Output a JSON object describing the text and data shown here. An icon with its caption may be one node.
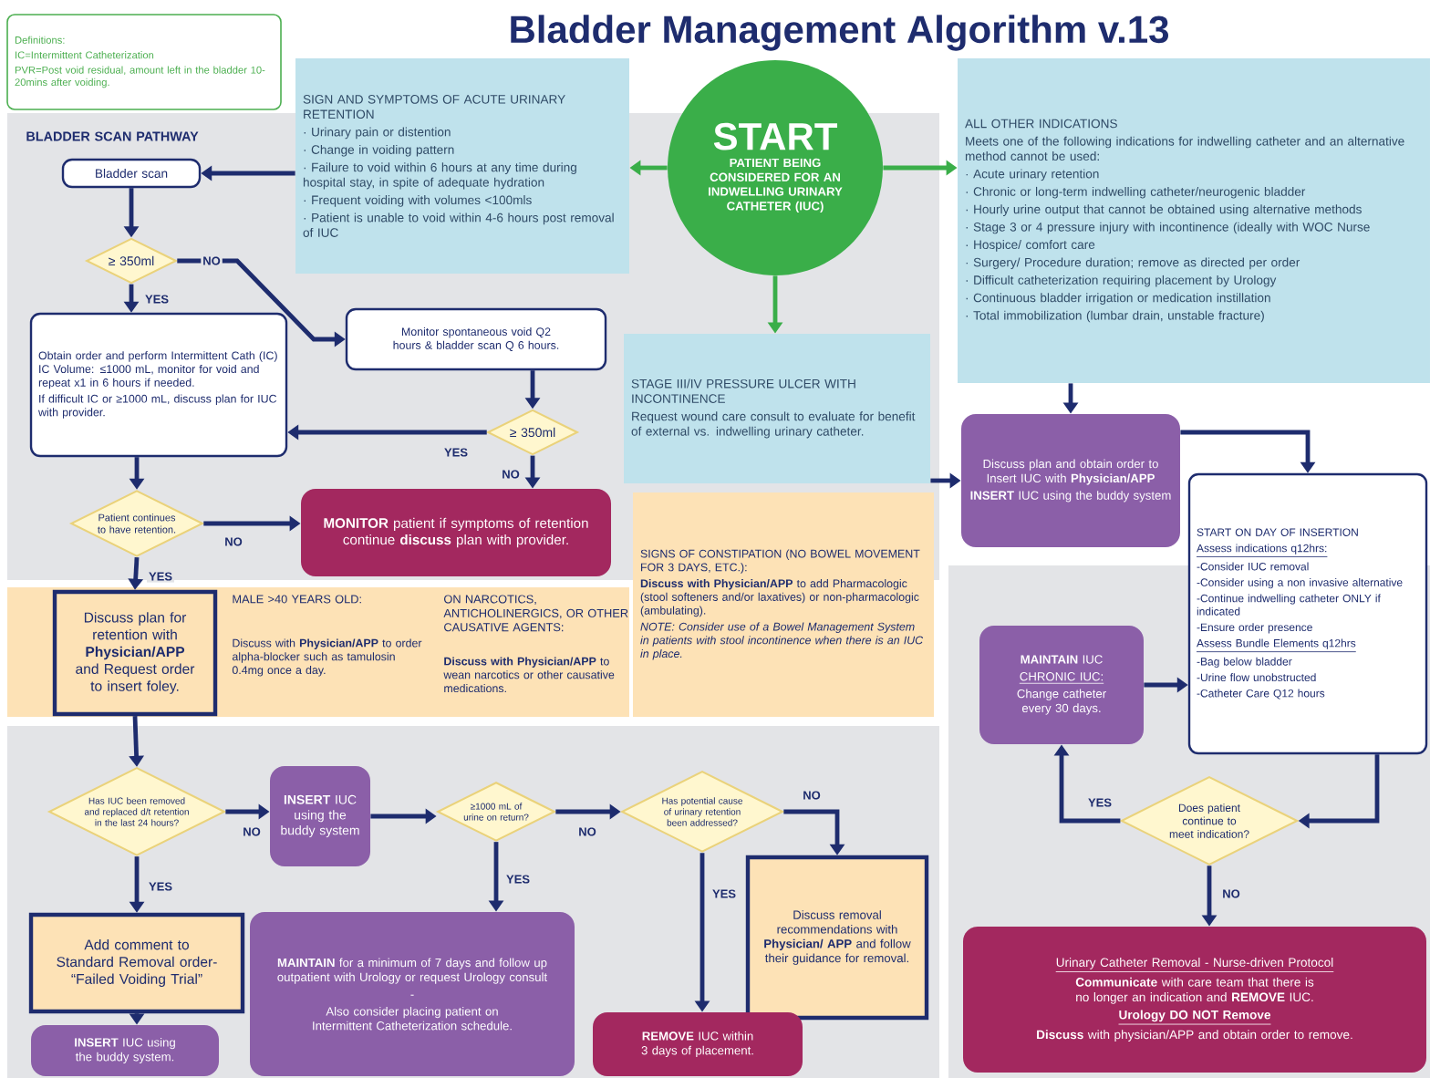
{
  "diagram": {
    "title": "Bladder Management Algorithm v.13",
    "nodes": [
      {
        "text": [
          "Definitions:",
          "IC=Intermittent Catheterization",
          "PVR=Post void residual, amount left in the bladder 10-20mins after voiding."
        ]
      },
      {
        "text": [
          "SIGN AND SYMPTOMS OF ACUTE URINARY RETENTION",
          "· Urinary pain or distention",
          "· Change in voiding pattern",
          "· Failure to void within 6 hours at any time during hospital stay, in spite of adequate hydration",
          "· Frequent voiding with volumes <100mls",
          "· Patient is unable to void within 4-6 hours post removal of IUC"
        ]
      },
      {
        "text": [
          "START",
          "PATIENT BEING CONSIDERED FOR AN INDWELLING URINARY CATHETER (IUC)"
        ]
      },
      {
        "text": [
          "ALL OTHER INDICATIONS",
          "Meets one of the following indications for indwelling catheter and an alternative method cannot be used:",
          "· Acute urinary retention",
          "· Chronic or long-term indwelling catheter/neurogenic bladder",
          "· Hourly urine output that cannot be obtained using alternative methods",
          "· Stage 3 or 4 pressure injury with incontinence (ideally with WOC Nurse",
          "· Hospice/ comfort care",
          "· Surgery/ Procedure duration; remove as directed per order",
          "· Difficult catheterization requiring placement by Urology",
          "· Continuous bladder irrigation or medication instillation",
          "· Total immobilization (lumbar drain, unstable fracture)"
        ]
      },
      {
        "text": [
          "STAGE III/IV PRESSURE ULCER WITH INCONTINENCE",
          "Request wound care consult to evaluate for benefit of external vs. indwelling urinary catheter."
        ]
      },
      {
        "text": [
          "Bladder scan"
        ]
      },
      {
        "text": [
          "≥ 350ml"
        ]
      },
      {
        "text": [
          "Obtain order and perform Intermittent Cath (IC) IC Volume: ≤1000 mL, monitor for void and repeat x1 in 6 hours if needed.",
          "If difficult IC or ≥1000 mL, discuss plan for IUC with provider."
        ]
      },
      {
        "text": [
          "Monitor spontaneous void Q2 hours & bladder scan Q 6 hours."
        ]
      },
      {
        "text": [
          "≥ 350ml"
        ]
      },
      {
        "text": [
          "Patient continues to have retention."
        ]
      },
      {
        "text": [
          "**MONITOR** patient if symptoms of retention continue **discuss** plan with provider."
        ]
      },
      {
        "text": [
          "SIGNS OF CONSTIPATION (NO BOWEL MOVEMENT FOR 3 DAYS, ETC.):",
          "**Discuss with Physician/APP** to add Pharmacologic (stool softeners and/or laxatives) or non-pharmacologic (ambulating).",
          "NOTE: Consider use of a Bowel Management System in patients with stool incontinence when there is an IUC in place."
        ]
      },
      {
        "text": [
          "Discuss plan for retention with **Physician/APP** and Request order to insert foley."
        ]
      },
      {
        "text": [
          "Has IUC been removed and replaced d/t retention in the last 24 hours?"
        ]
      },
      {
        "text": [
          "**INSERT** IUC using the buddy system"
        ]
      },
      {
        "text": [
          "≥1000 mL of urine on return?"
        ]
      },
      {
        "text": [
          "Has potential cause of urinary retention been addressed?"
        ]
      },
      {
        "text": [
          "Add comment to Standard Removal order- “Failed Voiding Trial”"
        ]
      },
      {
        "text": [
          "**INSERT** IUC using the buddy system."
        ]
      },
      {
        "text": [
          "**MAINTAIN** for a minimum of 7 days and follow up outpatient with Urology or request Urology consult",
          "-",
          "Also consider placing patient on Intermittent Catheterization schedule."
        ]
      },
      {
        "text": [
          "Discuss removal recommendations with **Physician/ APP** and follow their guidance for removal."
        ]
      },
      {
        "text": [
          "**REMOVE** IUC within 3 days of placement."
        ]
      },
      {
        "text": [
          "Discuss plan and obtain order to Insert IUC with **Physician/APP**",
          "**INSERT** IUC using the buddy system"
        ]
      },
      {
        "text": [
          "START ON DAY OF INSERTION",
          "Assess indications q12hrs:",
          "-Consider IUC removal",
          "-Consider using a non invasive alternative",
          "-Continue indwelling catheter ONLY if indicated",
          "-Ensure order presence",
          "Assess Bundle Elements q12hrs",
          "-Bag below bladder",
          "-Urine flow unobstructed",
          "-Catheter Care Q12 hours"
        ]
      },
      {
        "text": [
          "**MAINTAIN** IUC",
          "CHRONIC IUC:",
          "Change catheter every 30 days."
        ]
      },
      {
        "text": [
          "Does patient continue to meet indication?"
        ]
      },
      {
        "text": [
          "Urinary Catheter Removal - Nurse-driven Protocol",
          "**Communicate** with care team that there is no longer an indication and **REMOVE** IUC.",
          "Urology DO NOT Remove",
          "**Discuss** with physician/APP and obtain order to remove."
        ]
      }
    ],
    "edges": [
      {
        "from": 2,
        "to": 1,
        "arrow": "to",
        "color": "#3aae49"
      },
      {
        "from": 2,
        "to": 3,
        "arrow": "to",
        "color": "#3aae49"
      },
      {
        "from": 2,
        "to": 4,
        "arrow": "to",
        "color": "#3aae49"
      },
      {
        "from": 1,
        "to": 5,
        "arrow": "to"
      },
      {
        "from": 5,
        "to": 6,
        "arrow": "to"
      },
      {
        "from": 6,
        "to": 7,
        "arrow": "to",
        "label": "YES"
      },
      {
        "from": 6,
        "to": 8,
        "arrow": "to",
        "label": "NO"
      },
      {
        "from": 8,
        "to": 9,
        "arrow": "to"
      },
      {
        "from": 9,
        "to": 7,
        "arrow": "to",
        "label": "YES"
      },
      {
        "from": 9,
        "to": 11,
        "arrow": "to",
        "label": "NO"
      },
      {
        "from": 7,
        "to": 10,
        "arrow": "to"
      },
      {
        "from": 10,
        "to": 11,
        "arrow": "to",
        "label": "NO"
      },
      {
        "from": 10,
        "to": 13,
        "arrow": "to",
        "label": "YES"
      },
      {
        "from": 13,
        "to": 14,
        "arrow": "to"
      },
      {
        "from": 14,
        "to": 15,
        "arrow": "to",
        "label": "NO"
      },
      {
        "from": 14,
        "to": 18,
        "arrow": "to",
        "label": "YES"
      },
      {
        "from": 18,
        "to": 19,
        "arrow": "to"
      },
      {
        "from": 15,
        "to": 16,
        "arrow": "to"
      },
      {
        "from": 16,
        "to": 20,
        "arrow": "to",
        "label": "YES"
      },
      {
        "from": 16,
        "to": 17,
        "arrow": "to",
        "label": "NO"
      },
      {
        "from": 17,
        "to": 22,
        "arrow": "to",
        "label": "YES"
      },
      {
        "from": 17,
        "to": 21,
        "arrow": "to",
        "label": "NO"
      },
      {
        "from": 4,
        "to": 23,
        "arrow": "to"
      },
      {
        "from": 3,
        "to": 23,
        "arrow": "to"
      },
      {
        "from": 23,
        "to": 24,
        "arrow": "to"
      },
      {
        "from": 24,
        "to": 26,
        "arrow": "to"
      },
      {
        "from": 26,
        "to": 25,
        "arrow": "to",
        "label": "YES"
      },
      {
        "from": 25,
        "to": 24,
        "arrow": "to"
      },
      {
        "from": 26,
        "to": 27,
        "arrow": "to",
        "label": "NO"
      }
    ],
    "labels": [
      "BLADDER SCAN PATHWAY",
      "MALE >40 YEARS OLD:",
      "Discuss with **Physician/APP** to order alpha-blocker such as tamulosin 0.4mg once a day.",
      "ON NARCOTICS, ANTICHOLINERGICS, OR OTHER CAUSATIVE AGENTS:",
      "**Discuss with Physician/APP** to wean narcotics or other causative medications."
    ]
  }
}
